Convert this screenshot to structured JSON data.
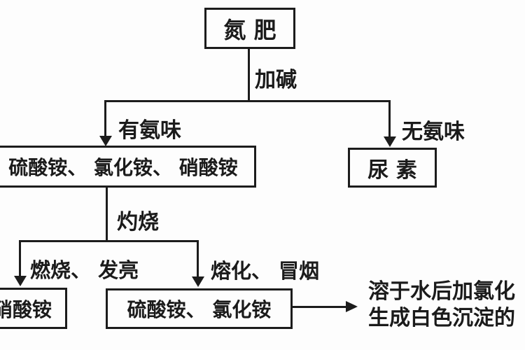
{
  "diagram": {
    "boxes": {
      "nitrogen_fertilizer": "氮  肥",
      "ammonium_salts": "硫酸铵、 氯化铵、 硝酸铵",
      "urea": "尿  素",
      "ammonium_nitrate": "硝酸铵",
      "sulfate_and_chloride": "硫酸铵、 氯化铵"
    },
    "edge_labels": {
      "add_alkali": "加碱",
      "has_ammonia_smell": "有氨味",
      "no_ammonia_smell": "无氨味",
      "calcine": "灼烧",
      "burns_brightly": "燃烧、 发亮",
      "melts_and_smokes": "熔化、 冒烟"
    },
    "result_text": {
      "line1": "溶于水后加氯化",
      "line2": "生成白色沉淀的"
    },
    "colors": {
      "line": "#1c1c1c",
      "background": "#fdfdfd"
    }
  }
}
